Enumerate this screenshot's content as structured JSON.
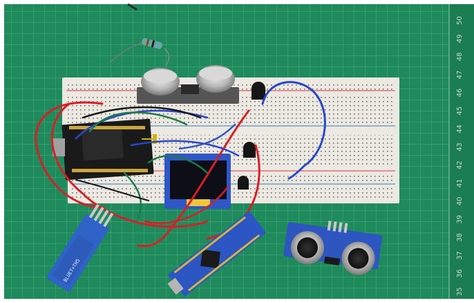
{
  "ruler": {
    "numbers": [
      "50",
      "49",
      "48",
      "47",
      "46",
      "45",
      "44",
      "43",
      "42",
      "41",
      "40",
      "39",
      "38",
      "37",
      "36",
      "35"
    ]
  },
  "labels": {
    "bluetooth_pcb_text": "BLUET×TH5"
  },
  "colors": {
    "mat": "#1f8a5c",
    "grid_line": "#4bb083",
    "breadboard": "#ece8e2",
    "red_wire": "#d81f26",
    "blue_wire": "#2848c8",
    "green_wire": "#1f7a4a",
    "pcb_blue": "#2f57c8",
    "pcb_black": "#1a1a1a",
    "sensor_silver": "#b8b8b8"
  }
}
